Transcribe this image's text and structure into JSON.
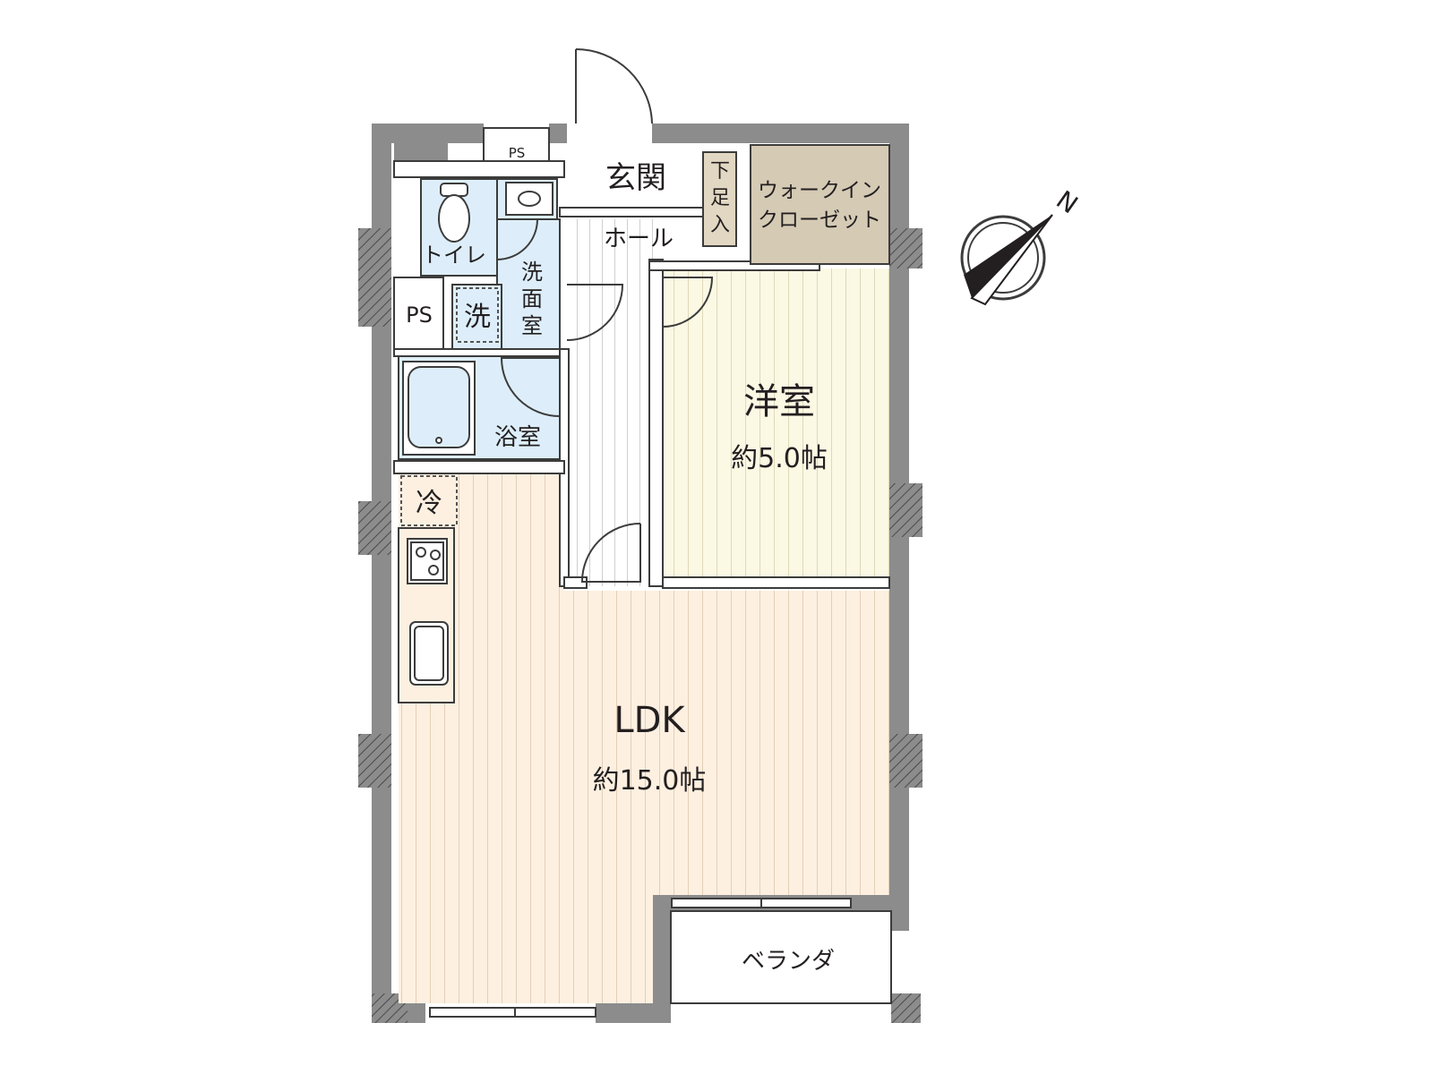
{
  "colors": {
    "wall": "#8c8c8c",
    "wall_dark": "#6d6d6d",
    "wet_area": "#ddeefa",
    "ldk_floor": "#fdf0e1",
    "bedroom_floor": "#fbf8e4",
    "closet": "#d5cab4",
    "shoes": "#e2d7c2",
    "hall_floor": "#ffffff",
    "hatch": "#555555",
    "line": "#3c3c3c"
  },
  "rooms": {
    "entrance": "玄関",
    "shoe_closet": [
      "下",
      "足",
      "入"
    ],
    "walk_in_closet": [
      "ウォークイン",
      "クローゼット"
    ],
    "hall": "ホール",
    "toilet": "トイレ",
    "washroom": [
      "洗",
      "面",
      "室"
    ],
    "washer": "洗",
    "ps_top": "PS",
    "ps_side": "PS",
    "bathroom": "浴室",
    "fridge": "冷",
    "bedroom": {
      "name": "洋室",
      "area": "約5.0帖"
    },
    "ldk": {
      "name": "LDK",
      "area": "約15.0帖"
    },
    "veranda": "ベランダ"
  },
  "compass": {
    "direction": "N",
    "icon": "north-arrow-icon"
  }
}
